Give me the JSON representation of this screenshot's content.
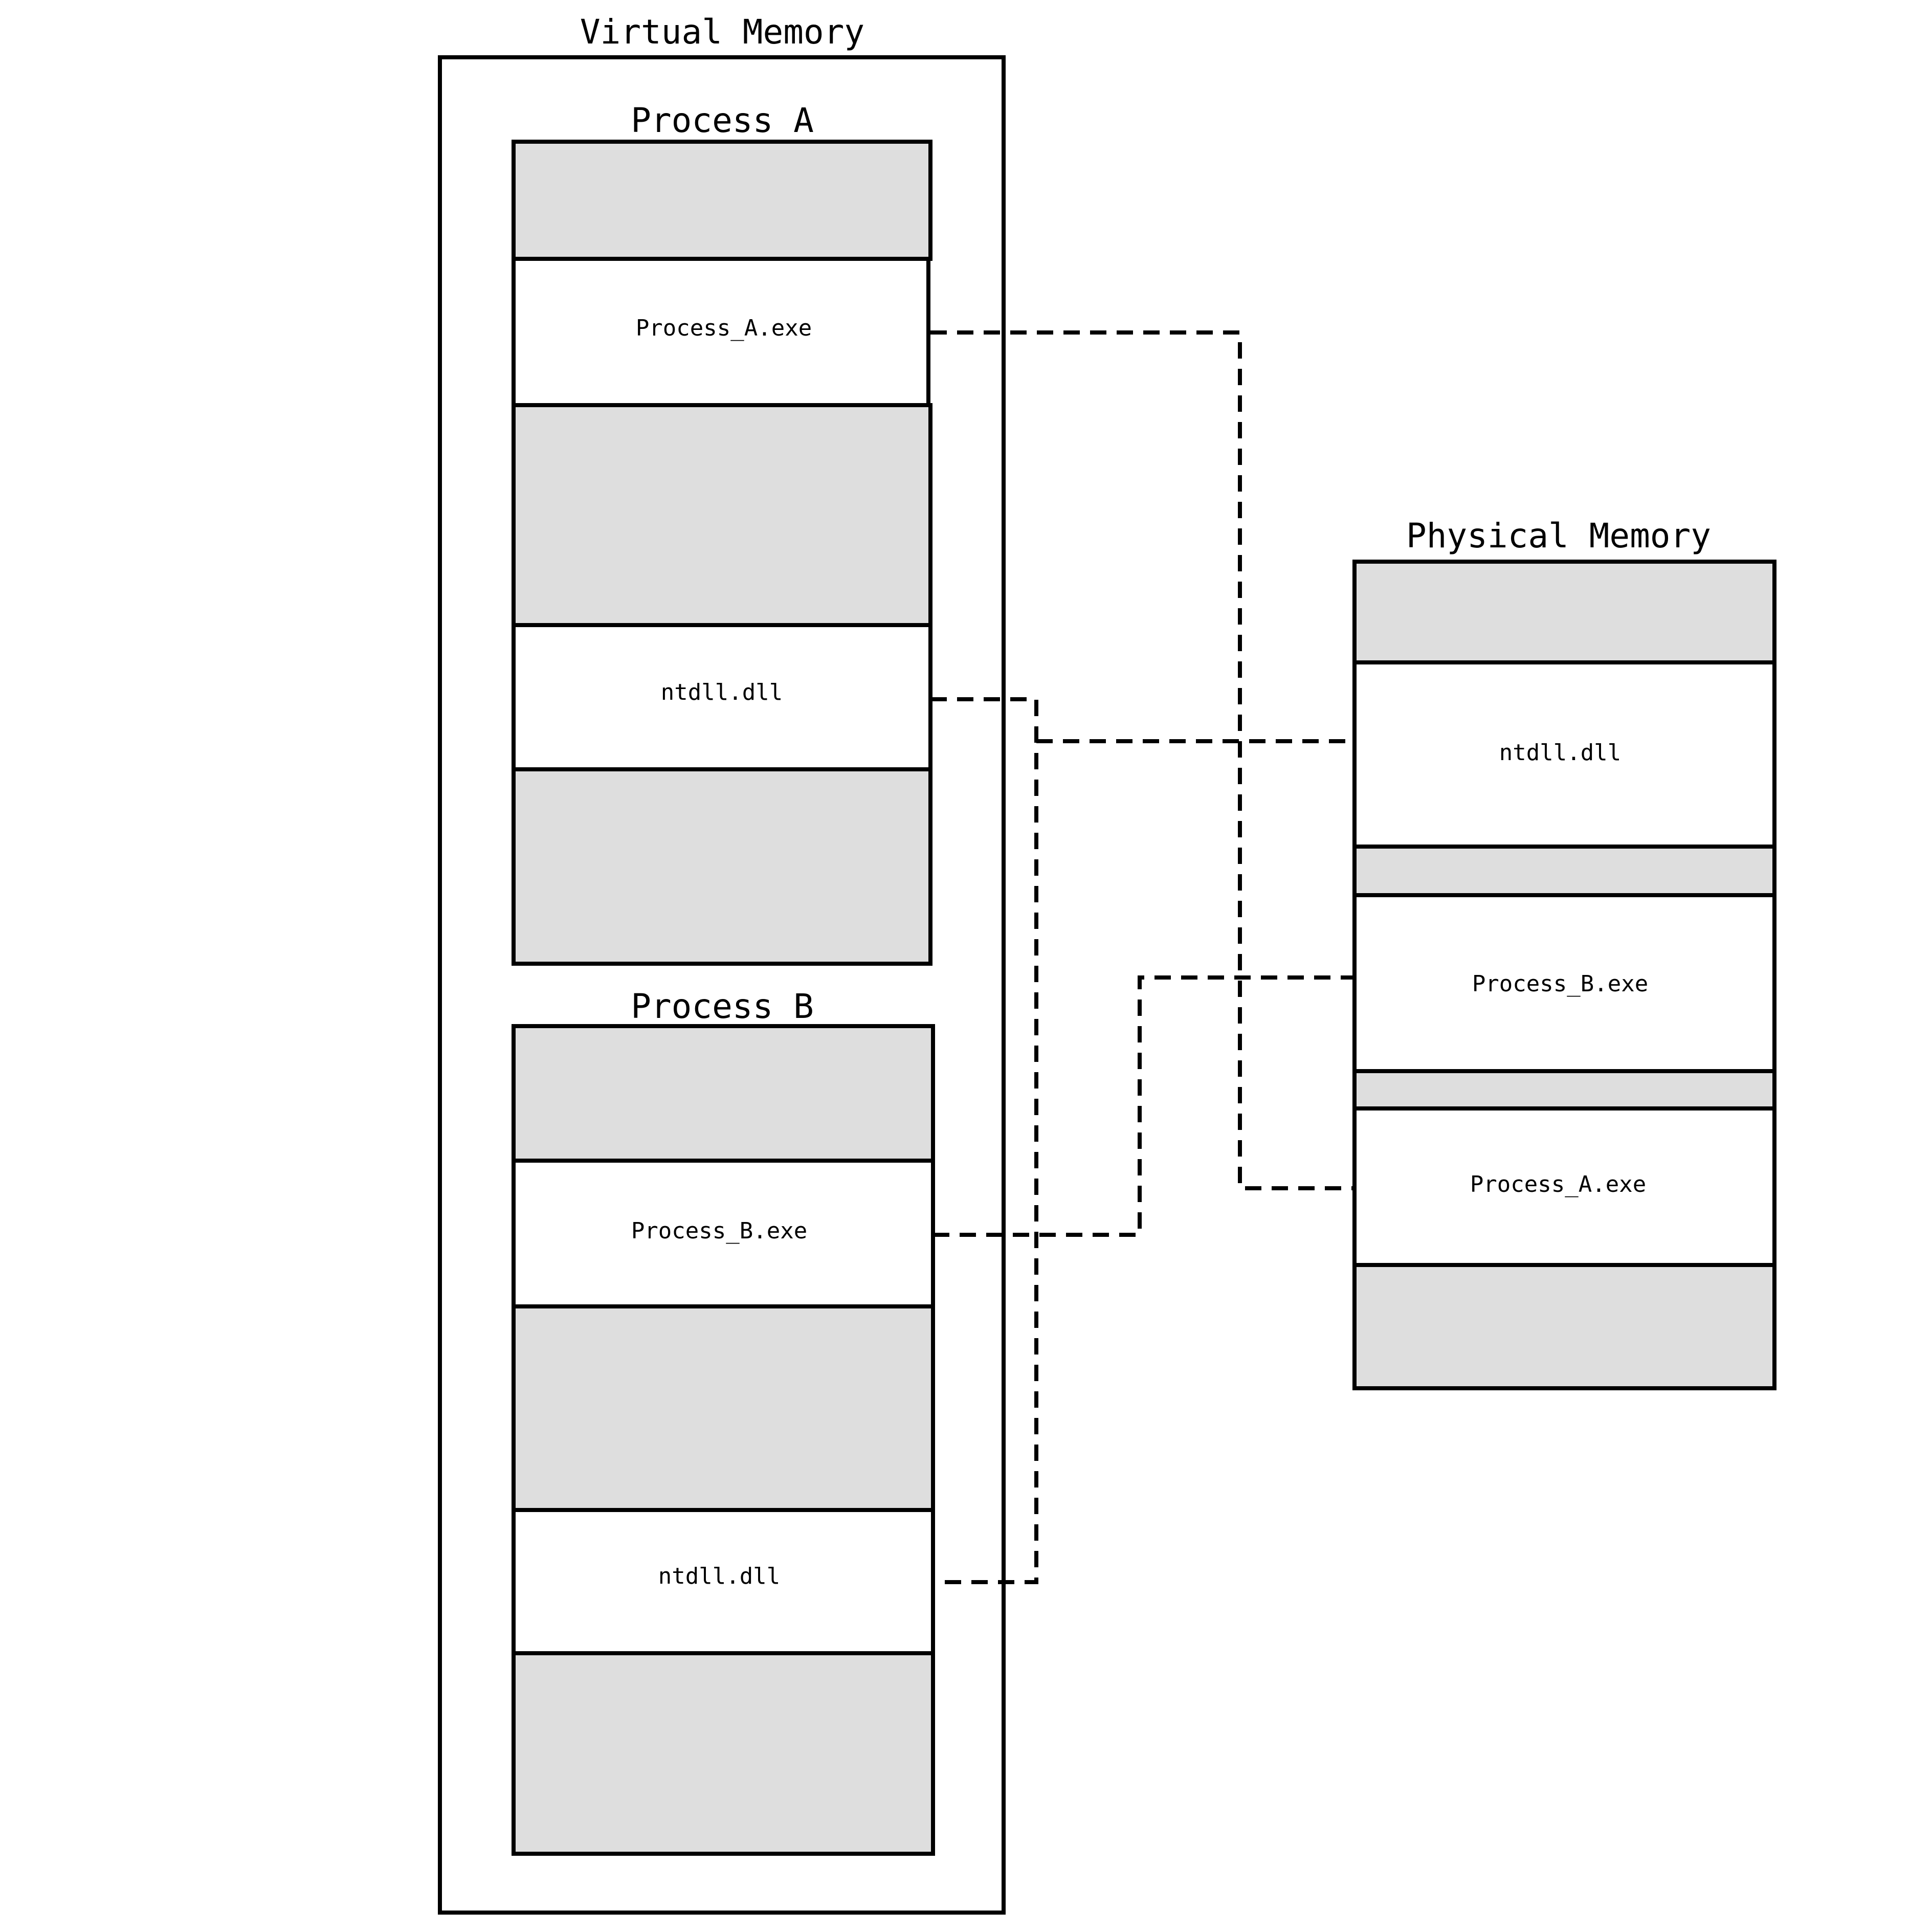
{
  "virtual_memory": {
    "title": "Virtual Memory",
    "process_a": {
      "title": "Process A",
      "segments": [
        {
          "kind": "free",
          "label": ""
        },
        {
          "kind": "used",
          "label": "Process_A.exe"
        },
        {
          "kind": "free",
          "label": ""
        },
        {
          "kind": "used",
          "label": "ntdll.dll"
        },
        {
          "kind": "free",
          "label": ""
        }
      ]
    },
    "process_b": {
      "title": "Process B",
      "segments": [
        {
          "kind": "free",
          "label": ""
        },
        {
          "kind": "used",
          "label": "Process_B.exe"
        },
        {
          "kind": "free",
          "label": ""
        },
        {
          "kind": "used",
          "label": "ntdll.dll"
        },
        {
          "kind": "free",
          "label": ""
        }
      ]
    }
  },
  "physical_memory": {
    "title": "Physical Memory",
    "segments": [
      {
        "kind": "free",
        "label": ""
      },
      {
        "kind": "used",
        "label": "ntdll.dll"
      },
      {
        "kind": "free",
        "label": ""
      },
      {
        "kind": "used",
        "label": "Process_B.exe"
      },
      {
        "kind": "free",
        "label": ""
      },
      {
        "kind": "used",
        "label": "Process_A.exe"
      },
      {
        "kind": "free",
        "label": ""
      }
    ]
  },
  "mappings": [
    {
      "from": "Process A / Process_A.exe",
      "to": "Physical Memory / Process_A.exe"
    },
    {
      "from": "Process A / ntdll.dll",
      "to": "Physical Memory / ntdll.dll"
    },
    {
      "from": "Process B / Process_B.exe",
      "to": "Physical Memory / Process_B.exe"
    },
    {
      "from": "Process B / ntdll.dll",
      "to": "Physical Memory / ntdll.dll"
    }
  ],
  "colors": {
    "free_region": "#dedede",
    "used_region": "#ffffff",
    "stroke": "#000000"
  }
}
